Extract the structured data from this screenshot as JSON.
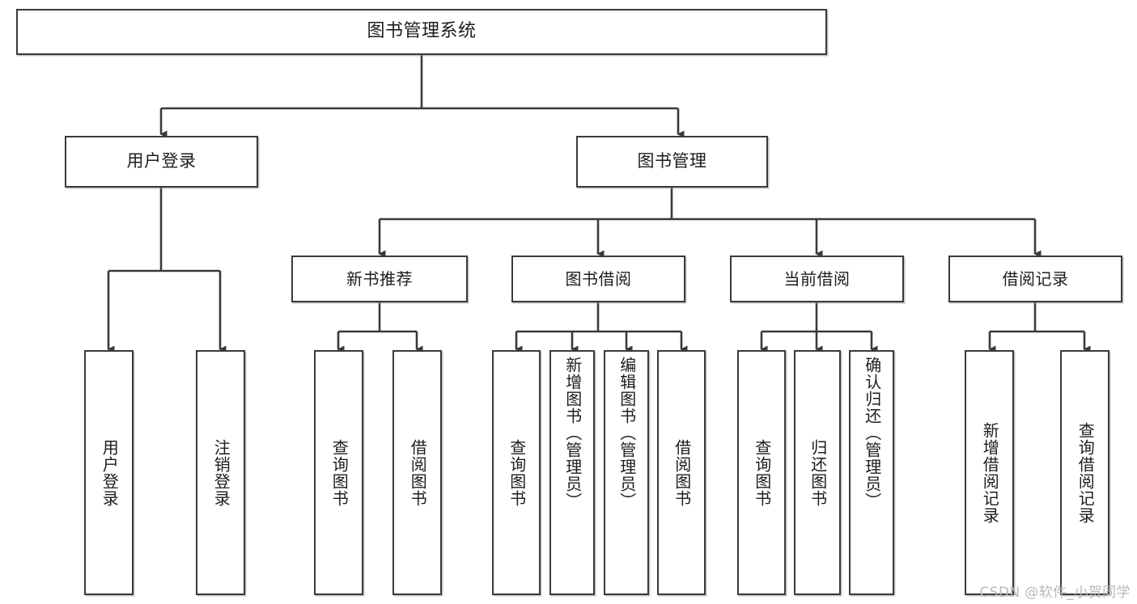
{
  "diagram": {
    "title": "图书管理系统",
    "type": "tree-hierarchy",
    "watermark": "CSDN @软件_小贺同学",
    "colors": {
      "box_border": "#3a3a3a",
      "box_fill": "#ffffff",
      "text": "#1d1d1d",
      "edge": "#3a3a3a",
      "watermark": "#b9b9b9"
    },
    "nodes": {
      "root": {
        "label": "图书管理系统"
      },
      "level1": [
        {
          "label": "用户登录"
        },
        {
          "label": "图书管理"
        }
      ],
      "level2": [
        {
          "label": "新书推荐"
        },
        {
          "label": "图书借阅"
        },
        {
          "label": "当前借阅"
        },
        {
          "label": "借阅记录"
        }
      ],
      "leaves": {
        "user_login": [
          {
            "label": "用户登录"
          },
          {
            "label": "注销登录"
          }
        ],
        "new_book_recommend": [
          {
            "label": "查询图书"
          },
          {
            "label": "借阅图书"
          }
        ],
        "book_borrow": [
          {
            "label": "查询图书"
          },
          {
            "label": "新增图书（管理员）"
          },
          {
            "label": "编辑图书（管理员）"
          },
          {
            "label": "借阅图书"
          }
        ],
        "current_borrow": [
          {
            "label": "查询图书"
          },
          {
            "label": "归还图书"
          },
          {
            "label": "确认归还（管理员）"
          }
        ],
        "borrow_record": [
          {
            "label": "新增借阅记录"
          },
          {
            "label": "查询借阅记录"
          }
        ]
      }
    }
  }
}
